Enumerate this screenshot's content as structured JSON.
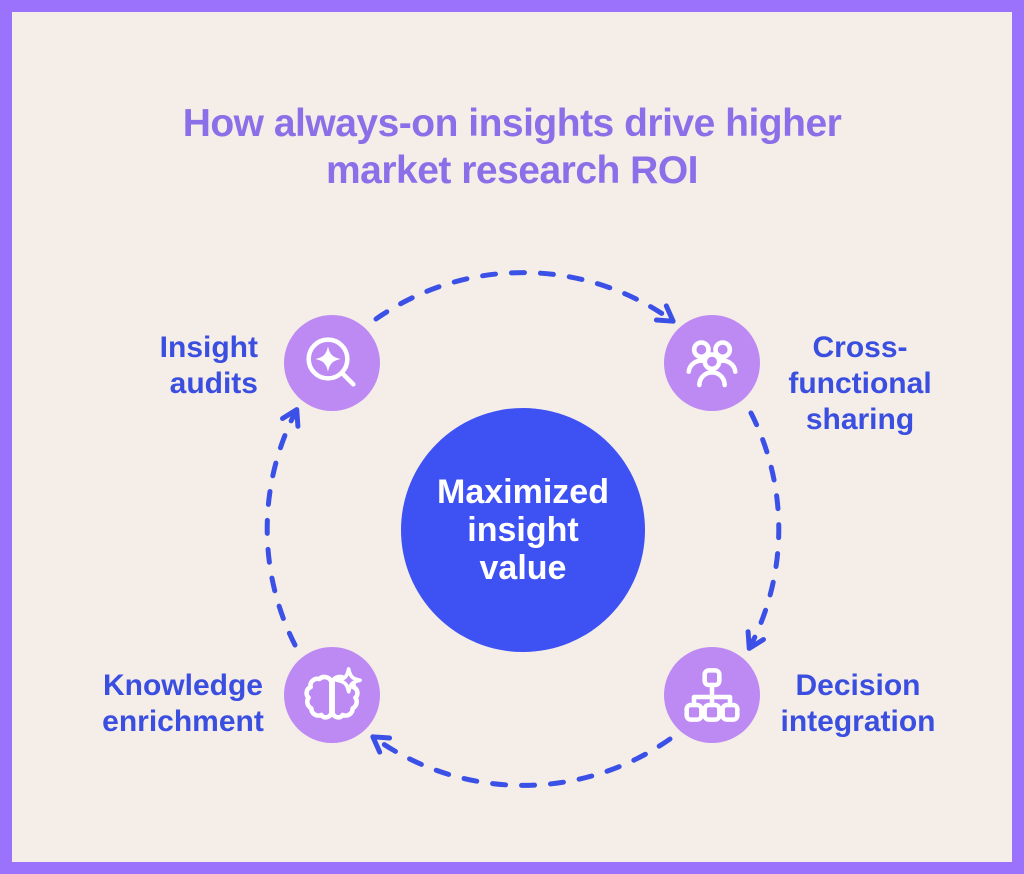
{
  "title": {
    "text": "How always-on insights drive higher market research ROI",
    "line1": "How always-on insights drive higher",
    "line2": "market research ROI"
  },
  "center_node": {
    "text": "Maximized insight value",
    "lines": [
      "Maximized",
      "insight",
      "value"
    ]
  },
  "nodes": [
    {
      "label": "Insight audits",
      "lines": [
        "Insight",
        "audits"
      ],
      "icon": "magnifier-sparkle-icon",
      "position": "top-left"
    },
    {
      "label": "Cross-functional sharing",
      "lines": [
        "Cross-",
        "functional",
        "sharing"
      ],
      "icon": "people-group-icon",
      "position": "top-right"
    },
    {
      "label": "Decision integration",
      "lines": [
        "Decision",
        "integration"
      ],
      "icon": "org-chart-icon",
      "position": "bottom-right"
    },
    {
      "label": "Knowledge enrichment",
      "lines": [
        "Knowledge",
        "enrichment"
      ],
      "icon": "brain-sparkle-icon",
      "position": "bottom-left"
    }
  ],
  "flow": {
    "direction": "clockwise",
    "style": "dashed-arc-arrows",
    "arrow_count": 4
  },
  "colors": {
    "frame": "#9B72FB",
    "background": "#F5EDE8",
    "title": "#8A6FE9",
    "node-circle": "#BD8AF3",
    "center-circle": "#3E51F3",
    "label-text": "#3A4EDF",
    "arrow": "#3B50E6",
    "icon-stroke": "#FFFFFF",
    "center-text": "#FFFFFF"
  }
}
